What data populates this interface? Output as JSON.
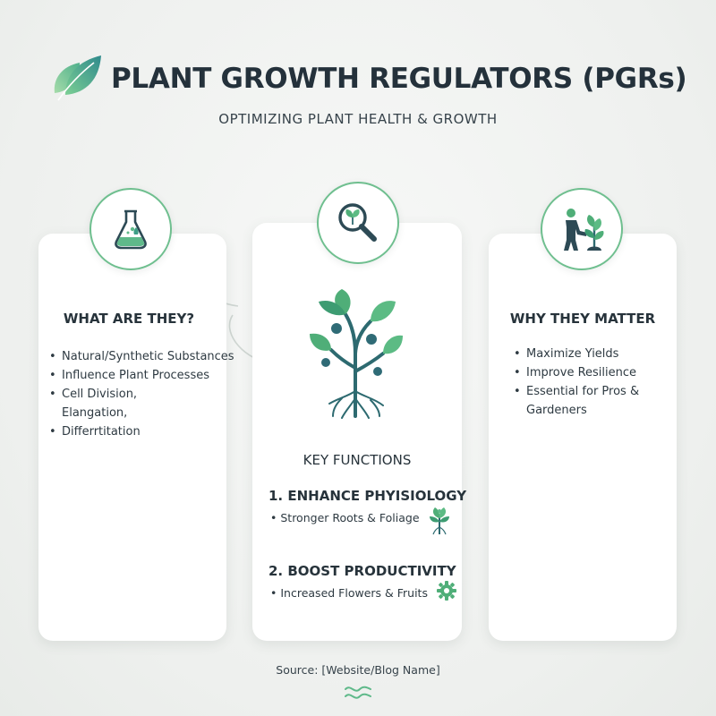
{
  "header": {
    "title": "PLANT GROWTH REGULATORS (PGRs)",
    "subtitle": "OPTIMIZING PLANT HEALTH & GROWTH",
    "logo_icon": "leaf-icon"
  },
  "colors": {
    "accent_green": "#6fbf8f",
    "leaf_gradient_start": "#6cc08a",
    "leaf_gradient_end": "#3a8d8a",
    "text_dark": "#24313b"
  },
  "cards": {
    "left": {
      "icon": "flask-icon",
      "title": "WHAT ARE THEY?",
      "bullets": [
        "Natural/Synthetic Substances",
        "Influence Plant Processes",
        "Cell Division,"
      ],
      "continuation": "Elangation,",
      "last_bullet": "Differrtitation"
    },
    "center": {
      "icon": "magnifier-leaf-icon",
      "illustration": "plant-with-roots-icon",
      "title": "KEY FUNCTIONS",
      "functions": [
        {
          "heading": "1. ENHANCE PHYISIOLOGY",
          "bullet": "Stronger Roots & Foliage",
          "icon": "sprout-roots-icon"
        },
        {
          "heading": "2. BOOST PRODUCTIVITY",
          "bullet": "Increased Flowers & Fruits",
          "icon": "gear-icon"
        }
      ]
    },
    "right": {
      "icon": "gardener-icon",
      "title": "WHY THEY MATTER",
      "bullets": [
        "Maximize Yields",
        "Improve Resilience",
        "Essential for Pros &"
      ],
      "continuation": "Gardeners"
    }
  },
  "footer": {
    "source": "Source: [Website/Blog Name]",
    "ornament": "wave-icon"
  }
}
